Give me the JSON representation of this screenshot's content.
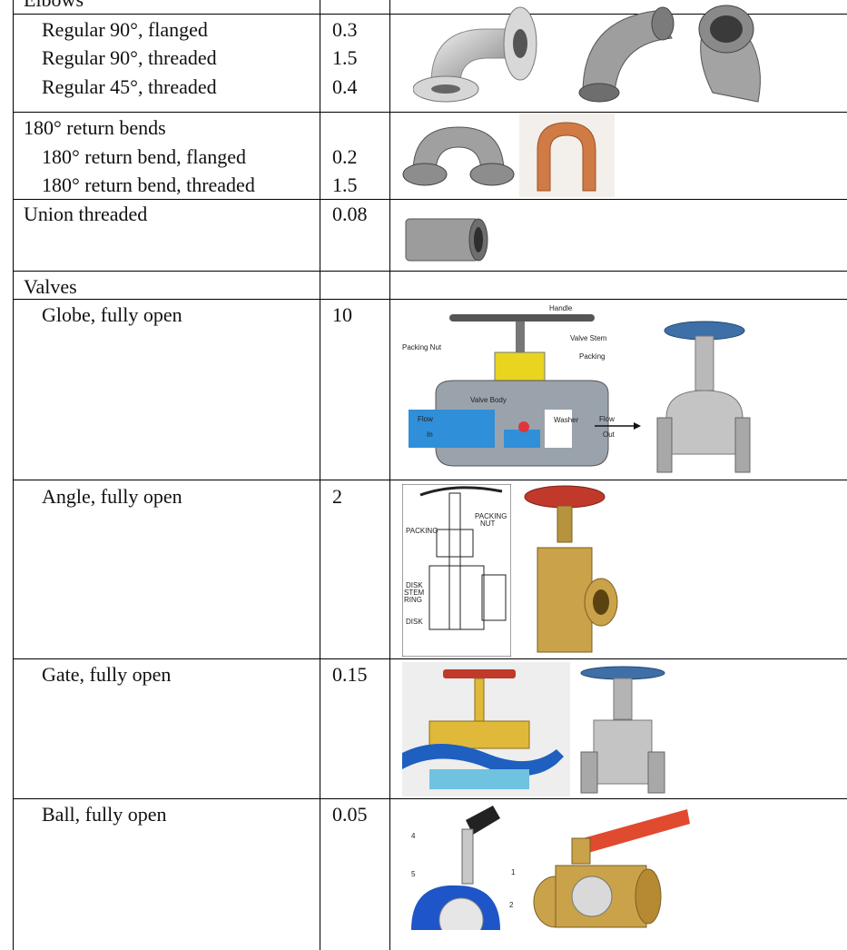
{
  "sections": [
    {
      "group": "Elbows",
      "rows": [
        {
          "label": "Regular 90°, flanged",
          "k": "0.3"
        },
        {
          "label": "Regular 90°, threaded",
          "k": "1.5"
        },
        {
          "label": "Regular 45°, threaded",
          "k": "0.4"
        }
      ]
    },
    {
      "group": "180° return bends",
      "rows": [
        {
          "label": "180° return bend, flanged",
          "k": "0.2"
        },
        {
          "label": "180° return bend, threaded",
          "k": "1.5"
        }
      ]
    },
    {
      "group": "Union threaded",
      "k": "0.08"
    },
    {
      "group": "Valves",
      "rows": [
        {
          "label": "Globe, fully open",
          "k": "10"
        },
        {
          "label": "Angle, fully open",
          "k": "2"
        },
        {
          "label": "Gate, fully open",
          "k": "0.15"
        },
        {
          "label": "Ball, fully open",
          "k": "0.05"
        }
      ]
    }
  ],
  "globe_diagram": {
    "handle": "Handle",
    "valve_stem": "Valve Stem",
    "packing_nut": "Packing Nut",
    "packing": "Packing",
    "valve_body": "Valve Body",
    "washer": "Washer",
    "flow_in_1": "Flow",
    "flow_in_2": "In",
    "flow_out_1": "Flow",
    "flow_out_2": "Out"
  },
  "angle_diagram": {
    "packing": "PACKING",
    "packing_nut_1": "PACKING",
    "packing_nut_2": "NUT",
    "disk_stem_1": "DISK",
    "disk_stem_2": "STEM",
    "disk_stem_3": "RING",
    "disk": "DISK"
  },
  "ball_diagram": {
    "n4": "4",
    "n5": "5",
    "n1": "1",
    "n2": "2"
  },
  "colors": {
    "handle_red": "#c0392b",
    "valve_blue": "#2e6da4",
    "brass": "#c9a24a",
    "flow_blue": "#1f5fbf"
  }
}
